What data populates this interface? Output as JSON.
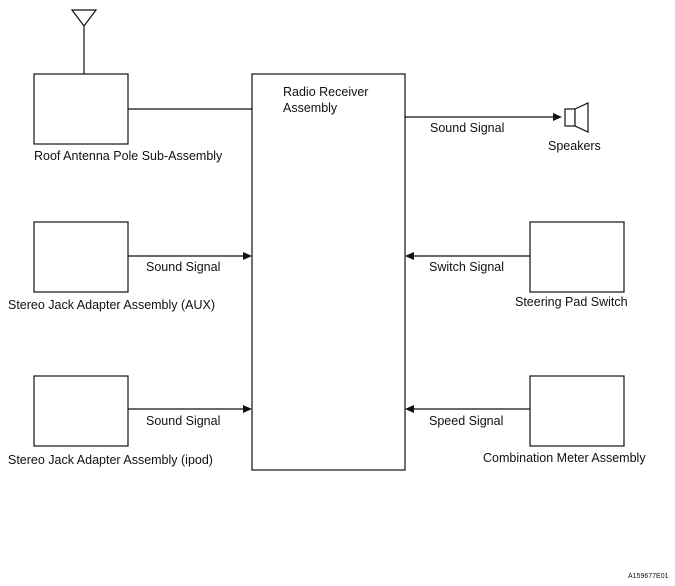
{
  "diagram": {
    "center": {
      "line1": "Radio Receiver",
      "line2": "Assembly"
    },
    "components": {
      "antenna": "Roof Antenna Pole Sub-Assembly",
      "aux": "Stereo Jack Adapter Assembly (AUX)",
      "ipod": "Stereo Jack Adapter Assembly (ipod)",
      "speakers": "Speakers",
      "steering": "Steering Pad Switch",
      "meter": "Combination Meter Assembly"
    },
    "signals": {
      "speaker_signal": "Sound Signal",
      "aux_signal": "Sound Signal",
      "ipod_signal": "Sound Signal",
      "steering_signal": "Switch Signal",
      "meter_signal": "Speed Signal"
    },
    "figure_code": "A159677E01"
  }
}
